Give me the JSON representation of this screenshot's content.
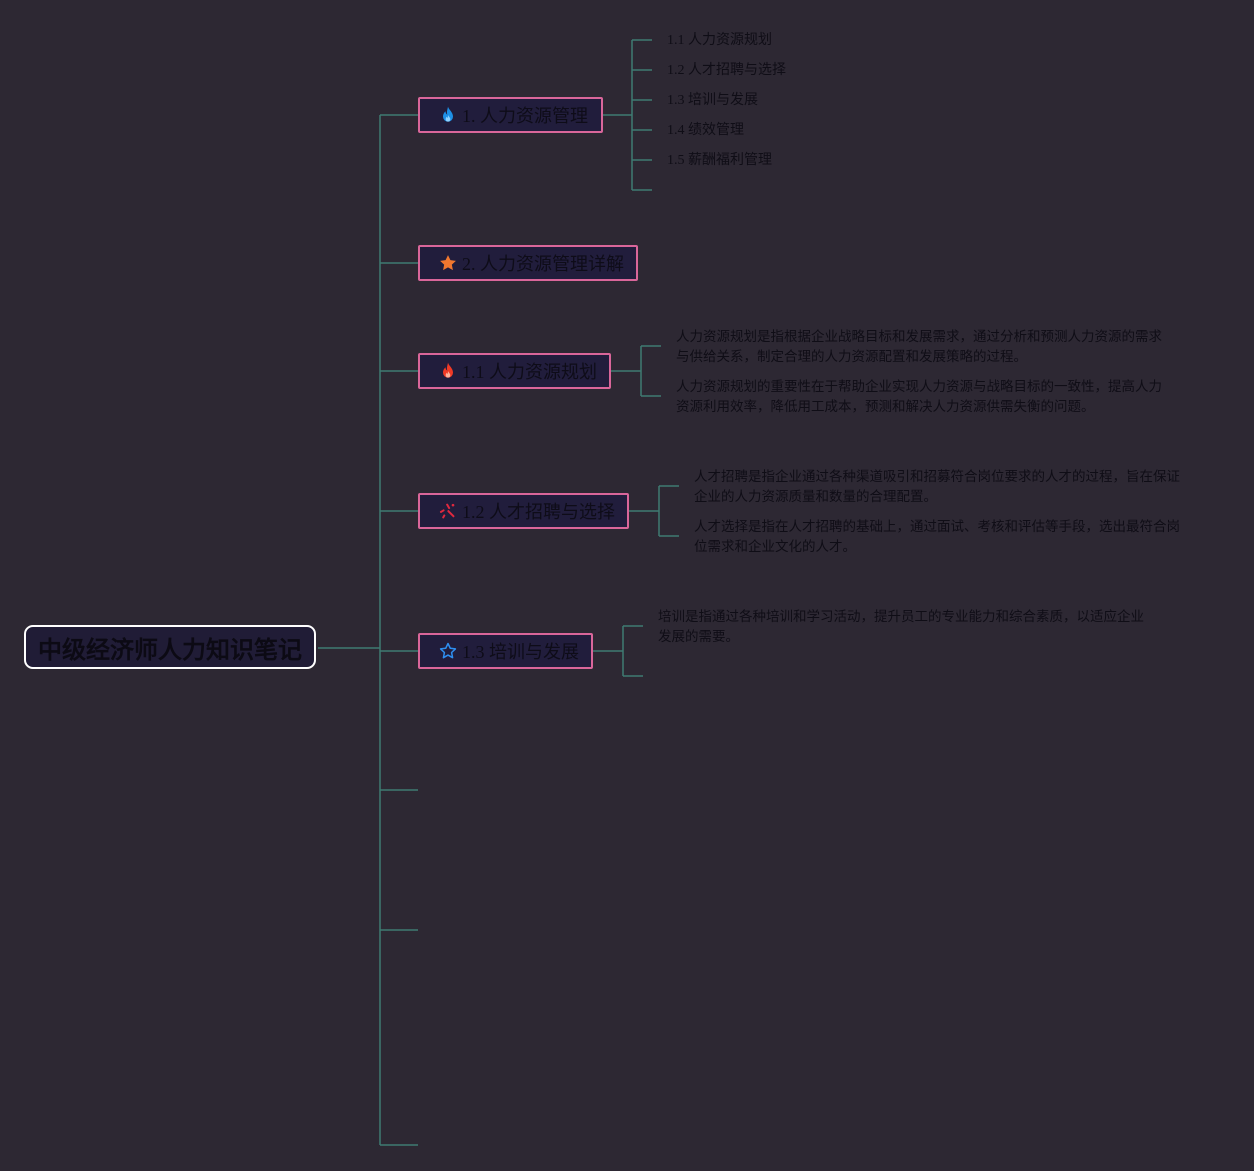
{
  "root": {
    "title": "中级经济师人力知识笔记"
  },
  "topics": [
    {
      "label": "1. 人力资源管理",
      "icon": "fire-icon-blue",
      "color": "#1e90e6"
    },
    {
      "label": "2. 人力资源管理详解",
      "icon": "star-icon-filled",
      "color": "#f0772f"
    },
    {
      "label": "1.1 人力资源规划",
      "icon": "fire-icon-red",
      "color": "#f03a26"
    },
    {
      "label": "1.2 人才招聘与选择",
      "icon": "sparkle-icon",
      "color": "#e0283e"
    },
    {
      "label": "1.3 培训与发展",
      "icon": "star-icon-outline",
      "color": "#2e8ef0"
    }
  ],
  "subtopics": [
    "1.1 人力资源规划",
    "1.2 人才招聘与选择",
    "1.3 培训与发展",
    "1.4 绩效管理",
    "1.5 薪酬福利管理"
  ],
  "details": {
    "planning": [
      "人力资源规划是指根据企业战略目标和发展需求，通过分析和预测人力资源的需求与供给关系，制定合理的人力资源配置和发展策略的过程。",
      "人力资源规划的重要性在于帮助企业实现人力资源与战略目标的一致性，提高人力资源利用效率，降低用工成本，预测和解决人力资源供需失衡的问题。"
    ],
    "recruitment": [
      "人才招聘是指企业通过各种渠道吸引和招募符合岗位要求的人才的过程，旨在保证企业的人力资源质量和数量的合理配置。",
      "人才选择是指在人才招聘的基础上，通过面试、考核和评估等手段，选出最符合岗位需求和企业文化的人才。"
    ],
    "training": [
      "培训是指通过各种培训和学习活动，提升员工的专业能力和综合素质，以适应企业发展的需要。"
    ]
  },
  "colors": {
    "background": "#2d2833",
    "connector": "#3f7a72",
    "topic_border": "#d9669a",
    "topic_fill": "#211d3c",
    "root_border": "#ffffff"
  }
}
